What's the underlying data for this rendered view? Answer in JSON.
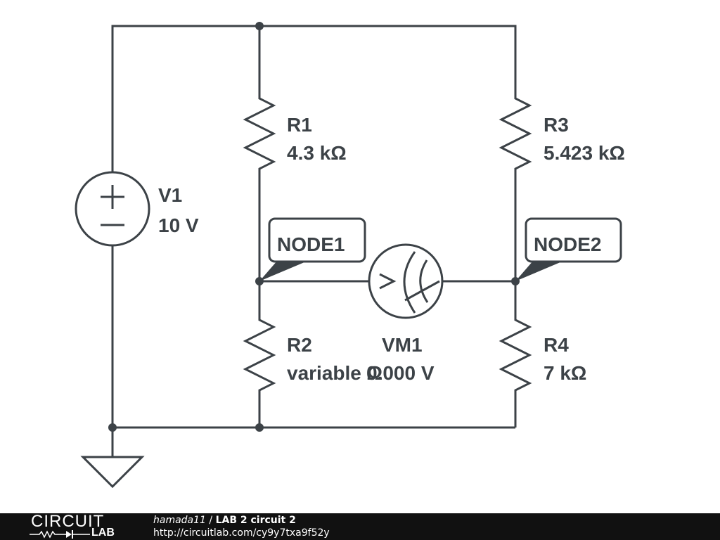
{
  "components": {
    "v1": {
      "name": "V1",
      "value": "10 V"
    },
    "r1": {
      "name": "R1",
      "value": "4.3 kΩ"
    },
    "r2": {
      "name": "R2",
      "value": "variable Ω"
    },
    "r3": {
      "name": "R3",
      "value": "5.423 kΩ"
    },
    "r4": {
      "name": "R4",
      "value": "7 kΩ"
    },
    "vm1": {
      "name": "VM1",
      "value": "0.000 V"
    },
    "node1": "NODE1",
    "node2": "NODE2"
  },
  "colors": {
    "wire": "#3c4247",
    "footer": "#111111"
  },
  "footer": {
    "logo": "CIRCUIT LAB",
    "author": "hamada11",
    "separator": " / ",
    "title": "LAB 2 circuit 2",
    "url": "http://circuitlab.com/cy9y7txa9f52y"
  }
}
